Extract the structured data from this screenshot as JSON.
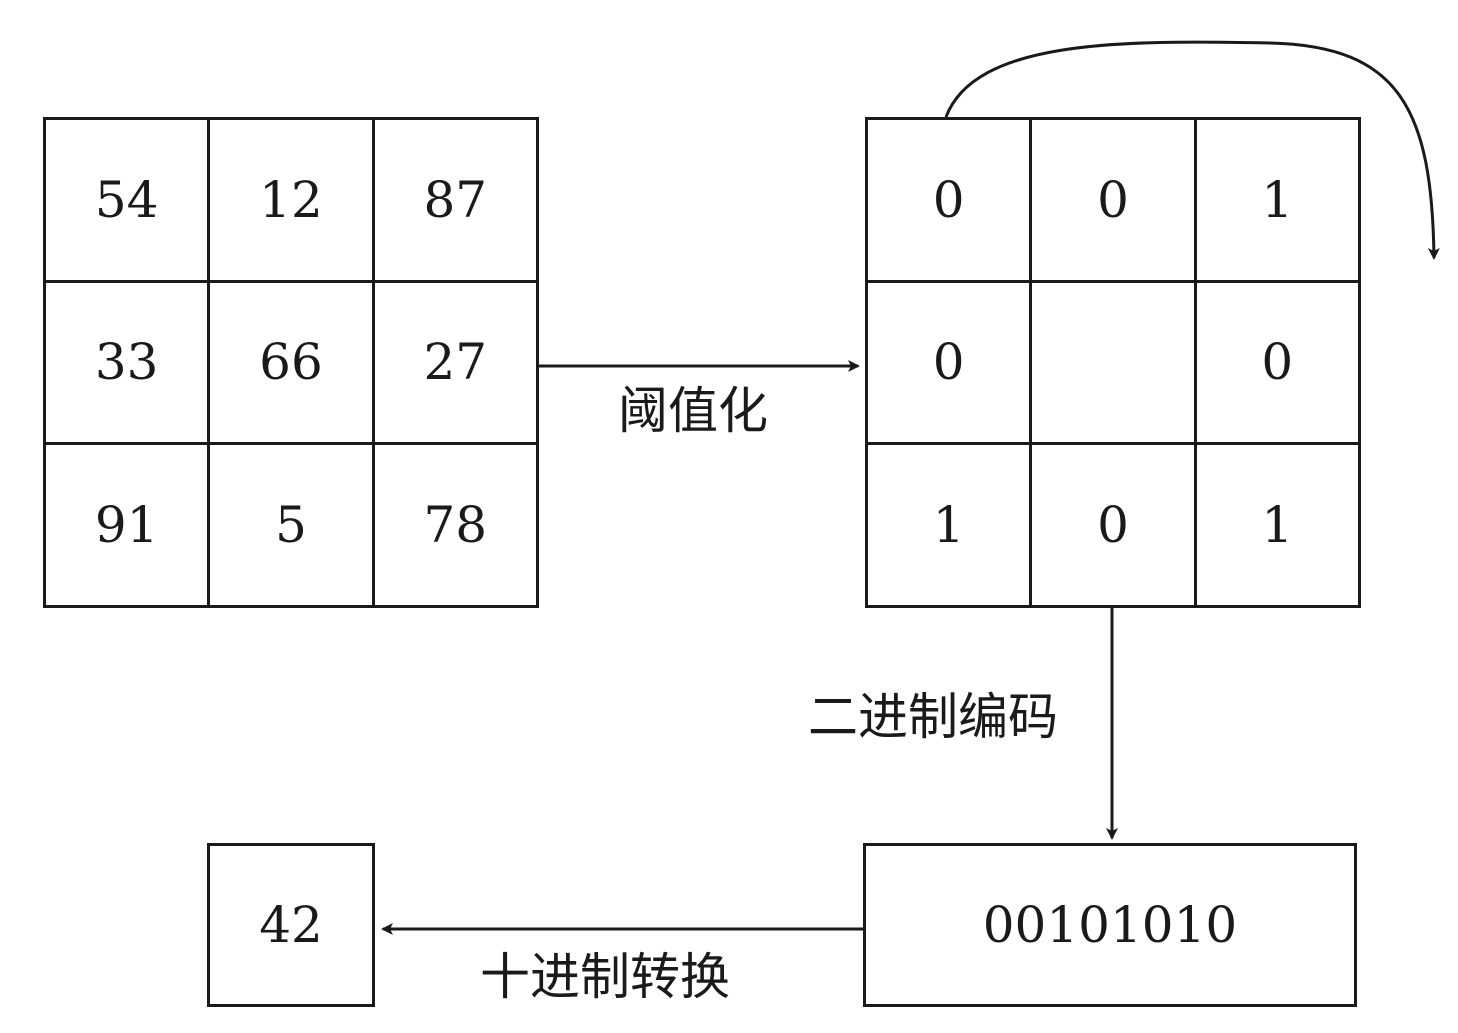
{
  "pixel_grid": {
    "cells": [
      "54",
      "12",
      "87",
      "33",
      "66",
      "27",
      "91",
      "5",
      "78"
    ]
  },
  "binary_grid": {
    "cells": [
      "0",
      "0",
      "1",
      "0",
      "",
      "0",
      "1",
      "0",
      "1"
    ]
  },
  "labels": {
    "threshold": "阈值化",
    "binary_encode": "二进制编码",
    "decimal_convert": "十进制转换"
  },
  "binary_code": "00101010",
  "decimal_result": "42"
}
